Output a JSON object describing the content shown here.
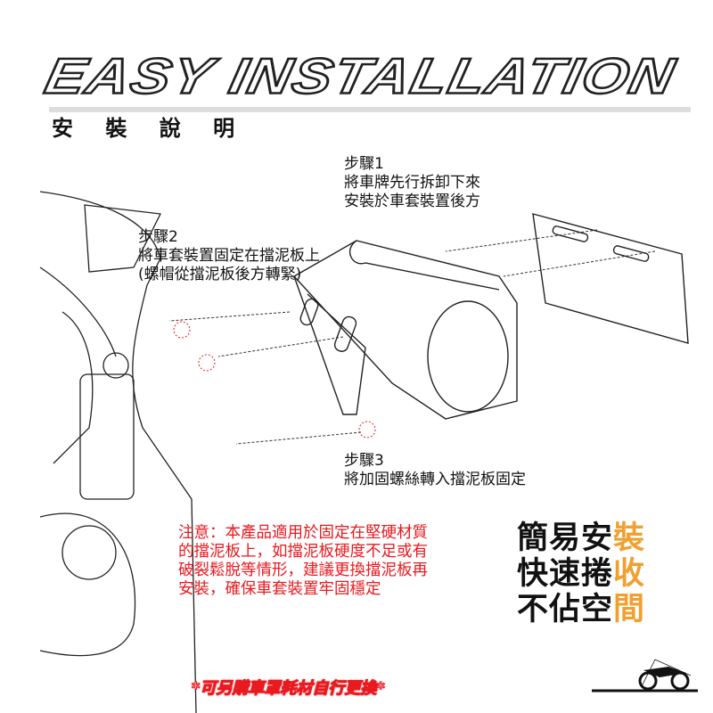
{
  "header": {
    "title": "EASY INSTALLATION",
    "subtitle": "安 裝 說 明"
  },
  "steps": [
    {
      "label": "步驟1",
      "lines": [
        "將車牌先行拆卸下來",
        "安裝於車套裝置後方"
      ]
    },
    {
      "label": "步驟2",
      "lines": [
        "將車套裝置固定在擋泥板上",
        "(螺帽從擋泥板後方轉緊)"
      ]
    },
    {
      "label": "步驟3",
      "lines": [
        "將加固螺絲轉入擋泥板固定"
      ]
    }
  ],
  "warning": [
    "注意：本產品適用於固定在堅硬材質",
    "的擋泥板上，如擋泥板硬度不足或有",
    "破裂鬆脫等情形，建議更換擋泥板再",
    "安裝，確保車套裝置牢固穩定"
  ],
  "slogan": [
    {
      "main": "簡易安",
      "highlight": "裝"
    },
    {
      "main": "快速捲",
      "highlight": "收"
    },
    {
      "main": "不佔空",
      "highlight": "間"
    }
  ],
  "footnote": "*可另購車罩耗材自行更換*",
  "colors": {
    "warning": "#e8191f",
    "highlight": "#f0a030"
  }
}
